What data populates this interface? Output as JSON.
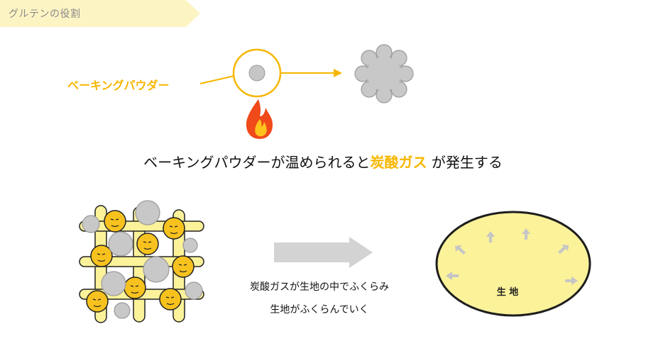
{
  "title": "グルテンの役割",
  "top_diagram": {
    "label": "ベーキングパウダー"
  },
  "headline": {
    "before": "ベーキングパウダーが温められると",
    "highlight": "炭酸ガス",
    "after": " が発生する"
  },
  "bottom_captions": {
    "line1": "炭酸ガスが生地の中でふくらみ",
    "line2": "生地がふくらんでいく"
  },
  "dough": {
    "label": "生 地"
  },
  "colors": {
    "accent": "#f6b600",
    "title_bg": "#fdf4c4",
    "gas": "#c8c8c8",
    "dough": "#fbf29a",
    "arrow_gray": "#d3d3d3"
  },
  "icons": [
    "flame-icon",
    "gas-cloud-icon",
    "right-arrow-icon",
    "expand-arrow-icon"
  ]
}
